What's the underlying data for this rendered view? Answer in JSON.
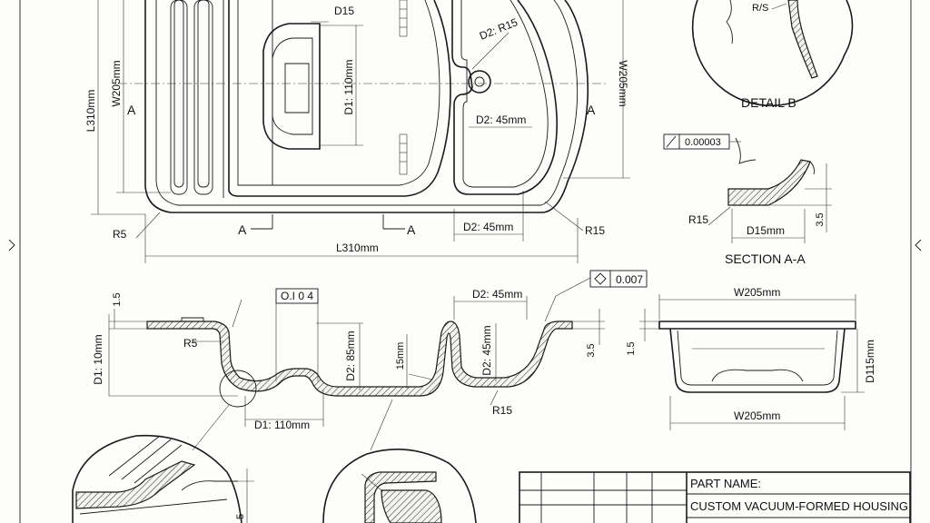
{
  "top_view": {
    "d15": "D15",
    "d2_r15": "D2: R15",
    "l310_vertical": "L310mm",
    "w205_left": "W205mm",
    "w205_right": "W205mm",
    "d1_110": "D1: 110mm",
    "d2_45_mid": "D2: 45mm",
    "d2_45_bottom": "D2: 45mm",
    "r5": "R5",
    "r15": "R15",
    "l310_bottom": "L310mm",
    "section_a_left": "A",
    "section_a_right": "A",
    "section_a_bottom_left": "A",
    "section_a_bottom_right": "A"
  },
  "detail_b": {
    "label": "R/S",
    "title": "DETAIL B"
  },
  "section_aa": {
    "tolerance": "0.00003",
    "r15": "R15",
    "d15": "D15mm",
    "dim_35": "3.5",
    "title": "SECTION A-A"
  },
  "front_section": {
    "dim_15": "1.5",
    "flatness": "O.I 0 4",
    "d2_45": "D2: 45mm",
    "profile_tol": "0.007",
    "r5": "R5",
    "d1_10": "D1: 10mm",
    "d2_85": "D2: 85mm",
    "dim_15mm": "15mm",
    "d2_45_vert": "D2: 45mm",
    "dim_35": "3.5",
    "r15": "R15",
    "d1_110": "D1: 110mm"
  },
  "end_view": {
    "w205_top": "W205mm",
    "dim_15": "1.5",
    "d115": "D115mm",
    "w205_bottom": "W205mm"
  },
  "title_block": {
    "part_name_label": "PART NAME:",
    "part_name_value": "CUSTOM VACUUM-FORMED HOUSING"
  }
}
